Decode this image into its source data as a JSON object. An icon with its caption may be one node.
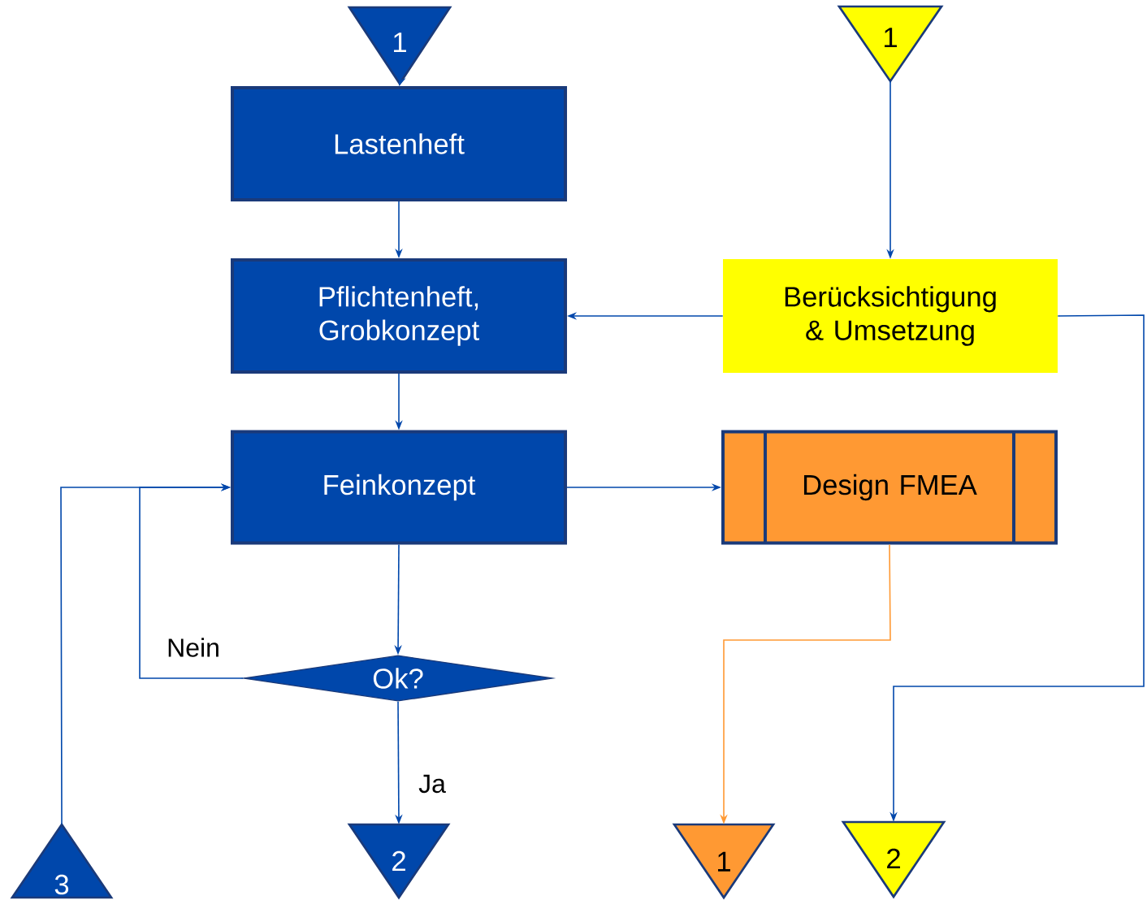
{
  "diagram": {
    "nodes": [
      {
        "text": [
          "1"
        ]
      },
      {
        "text": [
          "Lastenheft"
        ]
      },
      {
        "text": [
          "Pflichtenheft, Grobkonzept"
        ]
      },
      {
        "text": [
          "Feinkonzept"
        ]
      },
      {
        "text": [
          "Ok?"
        ]
      },
      {
        "text": [
          "2"
        ]
      },
      {
        "text": [
          "3"
        ]
      },
      {
        "text": [
          "1"
        ]
      },
      {
        "text": [
          "Berücksichtigung & Umsetzung"
        ]
      },
      {
        "text": [
          "Design FMEA"
        ]
      },
      {
        "text": [
          "1"
        ]
      },
      {
        "text": [
          "2"
        ]
      }
    ],
    "edges": [
      {
        "from": 0,
        "to": 1,
        "arrow": "to"
      },
      {
        "from": 1,
        "to": 2,
        "arrow": "to"
      },
      {
        "from": 2,
        "to": 3,
        "arrow": "to"
      },
      {
        "from": 3,
        "to": 4,
        "arrow": "to"
      },
      {
        "from": 4,
        "to": 5,
        "arrow": "to",
        "label": "Ja"
      },
      {
        "from": 4,
        "to": 3,
        "arrow": "to",
        "label": "Nein"
      },
      {
        "from": 6,
        "to": 3,
        "arrow": "to"
      },
      {
        "from": 7,
        "to": 8,
        "arrow": "to"
      },
      {
        "from": 8,
        "to": 2,
        "arrow": "to"
      },
      {
        "from": 3,
        "to": 9,
        "arrow": "to"
      },
      {
        "from": 9,
        "to": 10,
        "arrow": "to",
        "color": "#ff9933"
      },
      {
        "from": 8,
        "to": 11,
        "arrow": "to"
      }
    ]
  }
}
